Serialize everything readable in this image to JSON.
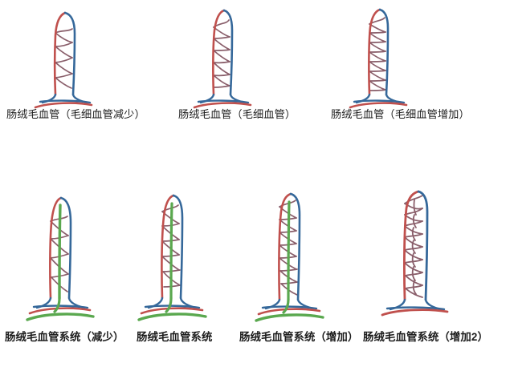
{
  "figure": {
    "title_visible": false,
    "background_color": "#ffffff",
    "palette": {
      "artery_red": "#c0504d",
      "vein_blue": "#35689a",
      "lacteal_green": "#5aa84f",
      "capillary_mix": "#8a5f6b",
      "text": "#1c1c1c"
    }
  },
  "rows": [
    {
      "id": "row-capillary",
      "panels": [
        {
          "id": "panel-1",
          "label": "肠绒毛血管（毛细血管减少）",
          "density": "low",
          "has_lacteal": false,
          "vessels": [
            "artery_red",
            "vein_blue"
          ]
        },
        {
          "id": "panel-2",
          "label": "肠绒毛血管（毛细血管）",
          "density": "medium",
          "has_lacteal": false,
          "vessels": [
            "artery_red",
            "vein_blue"
          ]
        },
        {
          "id": "panel-3",
          "label": "肠绒毛血管（毛细血管增加）",
          "density": "high",
          "has_lacteal": false,
          "vessels": [
            "artery_red",
            "vein_blue"
          ]
        }
      ]
    },
    {
      "id": "row-system",
      "panels": [
        {
          "id": "panel-4",
          "label": "肠绒毛血管系统（减少）",
          "density": "low",
          "has_lacteal": true,
          "vessels": [
            "artery_red",
            "vein_blue",
            "lacteal_green"
          ]
        },
        {
          "id": "panel-5",
          "label": "肠绒毛血管系统",
          "density": "medium",
          "has_lacteal": true,
          "vessels": [
            "artery_red",
            "vein_blue",
            "lacteal_green"
          ]
        },
        {
          "id": "panel-6",
          "label": "肠绒毛血管系统（增加）",
          "density": "high",
          "has_lacteal": true,
          "vessels": [
            "artery_red",
            "vein_blue",
            "lacteal_green"
          ]
        },
        {
          "id": "panel-7",
          "label": "肠绒毛血管系统（增加2）",
          "density": "very-high",
          "has_lacteal": false,
          "vessels": [
            "artery_red",
            "vein_blue"
          ]
        }
      ]
    }
  ]
}
